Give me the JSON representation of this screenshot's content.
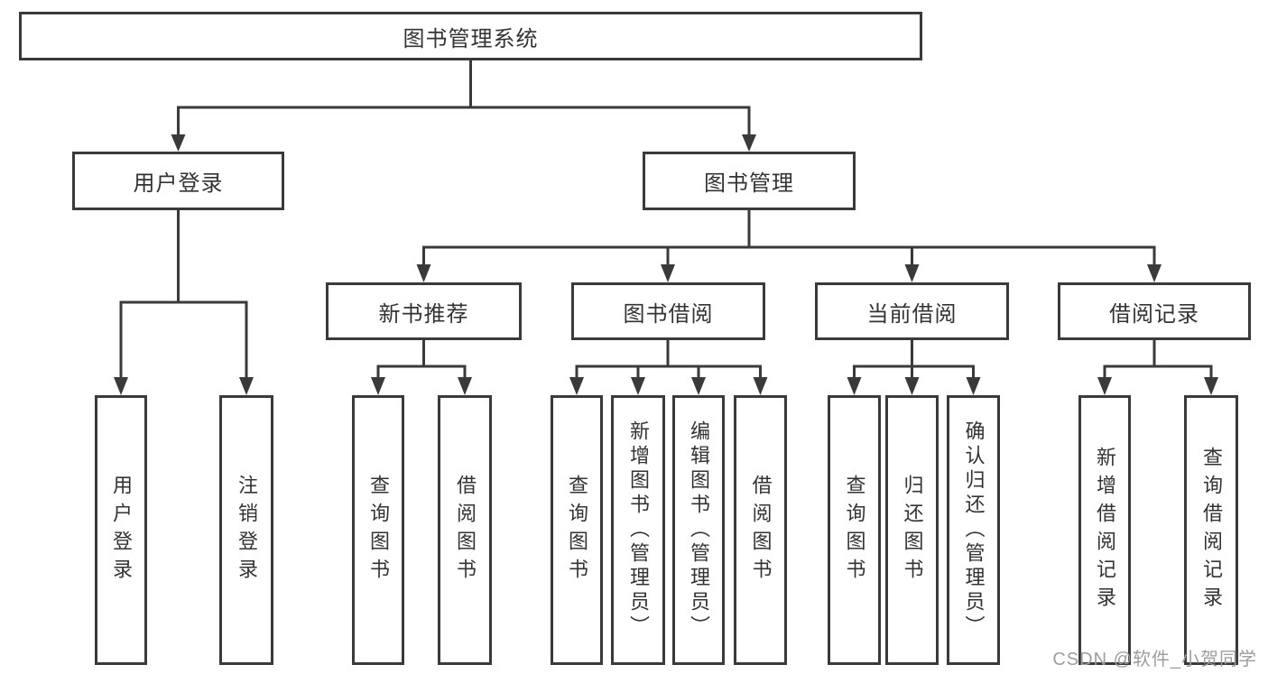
{
  "diagram": {
    "root": {
      "label": "图书管理系统",
      "children": [
        {
          "label": "用户登录",
          "children": [
            {
              "label": "用户登录"
            },
            {
              "label": "注销登录"
            }
          ]
        },
        {
          "label": "图书管理",
          "children": [
            {
              "label": "新书推荐",
              "children": [
                {
                  "label": "查询图书"
                },
                {
                  "label": "借阅图书"
                }
              ]
            },
            {
              "label": "图书借阅",
              "children": [
                {
                  "label": "查询图书"
                },
                {
                  "label": "新增图书（管理员）"
                },
                {
                  "label": "编辑图书（管理员）"
                },
                {
                  "label": "借阅图书"
                }
              ]
            },
            {
              "label": "当前借阅",
              "children": [
                {
                  "label": "查询图书"
                },
                {
                  "label": "归还图书"
                },
                {
                  "label": "确认归还（管理员）"
                }
              ]
            },
            {
              "label": "借阅记录",
              "children": [
                {
                  "label": "新增借阅记录"
                },
                {
                  "label": "查询借阅记录"
                }
              ]
            }
          ]
        }
      ]
    }
  },
  "watermark": {
    "text": "CSDN @软件_小贺同学"
  },
  "colors": {
    "line": "#3a3a3a",
    "text": "#333333",
    "watermark": "#9d9d9d",
    "background": "#ffffff"
  }
}
